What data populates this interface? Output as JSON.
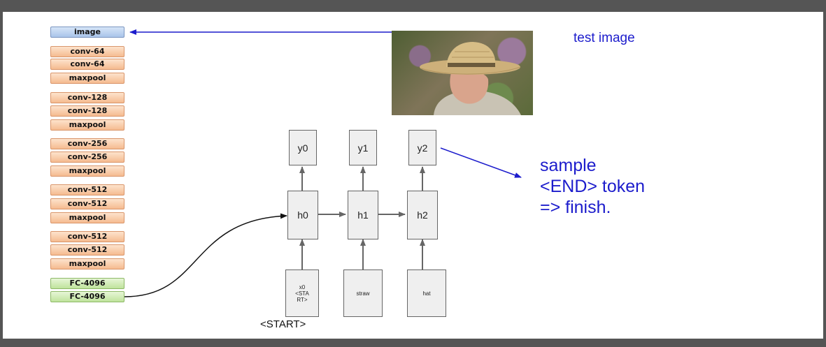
{
  "cnn_layers": [
    {
      "label": "image",
      "kind": "input"
    },
    {
      "label": "conv-64",
      "kind": "conv"
    },
    {
      "label": "conv-64",
      "kind": "conv"
    },
    {
      "label": "maxpool",
      "kind": "conv"
    },
    {
      "label": "conv-128",
      "kind": "conv"
    },
    {
      "label": "conv-128",
      "kind": "conv"
    },
    {
      "label": "maxpool",
      "kind": "conv"
    },
    {
      "label": "conv-256",
      "kind": "conv"
    },
    {
      "label": "conv-256",
      "kind": "conv"
    },
    {
      "label": "maxpool",
      "kind": "conv"
    },
    {
      "label": "conv-512",
      "kind": "conv"
    },
    {
      "label": "conv-512",
      "kind": "conv"
    },
    {
      "label": "maxpool",
      "kind": "conv"
    },
    {
      "label": "conv-512",
      "kind": "conv"
    },
    {
      "label": "conv-512",
      "kind": "conv"
    },
    {
      "label": "maxpool",
      "kind": "conv"
    },
    {
      "label": "FC-4096",
      "kind": "fc"
    },
    {
      "label": "FC-4096",
      "kind": "fc"
    }
  ],
  "rnn": {
    "outputs": [
      "y0",
      "y1",
      "y2"
    ],
    "hidden": [
      "h0",
      "h1",
      "h2"
    ],
    "inputs": [
      "x0\n<STA\nRT>",
      "straw",
      "hat"
    ],
    "start_label": "<START>"
  },
  "annotations": {
    "test_image": "test image",
    "sample_line1": "sample",
    "sample_line2": "<END> token",
    "sample_line3": "=> finish."
  },
  "colors": {
    "annotation": "#1c1ccc",
    "conv": "#f5bb90",
    "fc": "#bfe39c",
    "input": "#a9c4ea"
  }
}
